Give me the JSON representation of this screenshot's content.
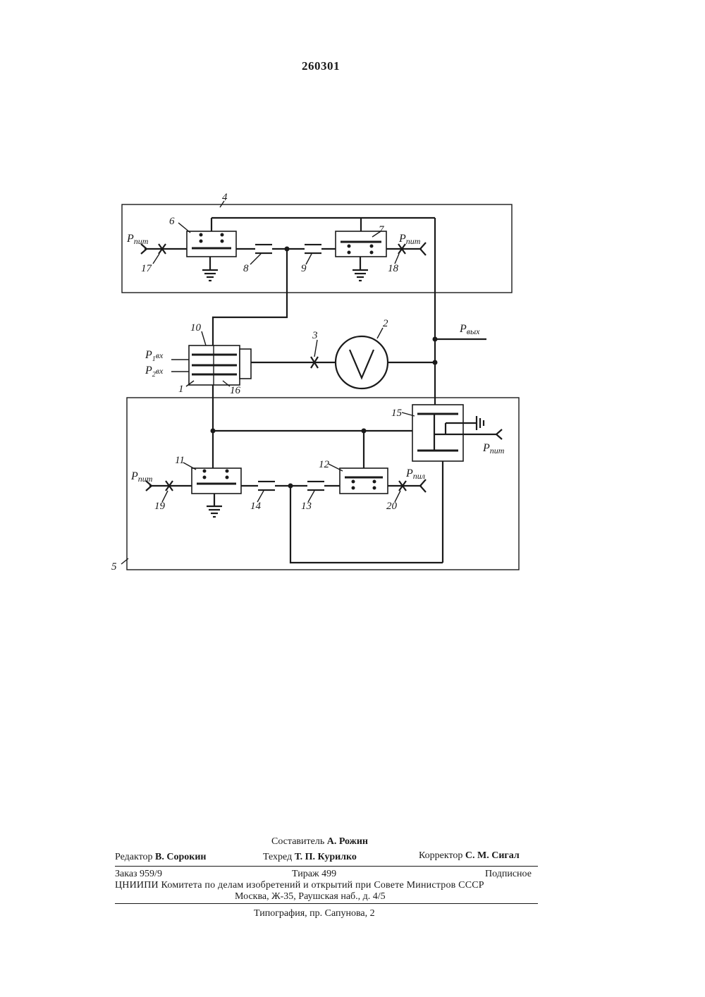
{
  "patent_number": "260301",
  "diagram": {
    "labels": {
      "n1": "1",
      "n2": "2",
      "n3": "3",
      "n4": "4",
      "n5": "5",
      "n6": "6",
      "n7": "7",
      "n8": "8",
      "n9": "9",
      "n10": "10",
      "n11": "11",
      "n12": "12",
      "n13": "13",
      "n14": "14",
      "n15": "15",
      "n16": "16",
      "n17": "17",
      "n18": "18",
      "n19": "19",
      "n20": "20"
    },
    "signals": {
      "p_pit": "P",
      "p_pit_sub": "пит",
      "p_pil_sub": "пил",
      "p_out": "P",
      "p_out_sub": "вых",
      "p1_in": "P",
      "p1_in_sub": "1",
      "p1_in_suffix": "вх",
      "p2_in": "P",
      "p2_in_sub": "2",
      "p2_in_suffix": "вх"
    },
    "ink_color": "#1a1a1a"
  },
  "footer": {
    "composer_label": "Составитель",
    "composer_name": "А. Рожин",
    "editor_label": "Редактор",
    "editor_name": "В. Сорокин",
    "techred_label": "Техред",
    "techred_name": "Т. П. Курилко",
    "corrector_label": "Корректор",
    "corrector_name": "С. М. Сигал",
    "order": "Заказ 959/9",
    "circulation": "Тираж 499",
    "subscription": "Подписное",
    "institute": "ЦНИИПИ Комитета по делам изобретений и открытий при Совете Министров СССР",
    "address": "Москва, Ж-35, Раушская наб., д. 4/5",
    "printing_house": "Типография, пр. Сапунова, 2"
  }
}
